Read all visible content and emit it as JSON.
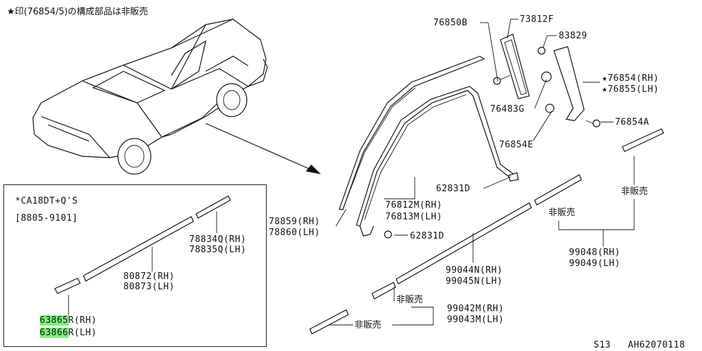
{
  "header": {
    "note": "★印(76854/5)の構成部品は非販売"
  },
  "inset": {
    "condition_line1": "*CA18DT+Q'S",
    "condition_line2": "[8805-9101]",
    "labels": [
      {
        "id": "78834q",
        "text": "78834Q(RH)"
      },
      {
        "id": "78835q",
        "text": "78835Q(LH)"
      },
      {
        "id": "80872",
        "text": "80872(RH)"
      },
      {
        "id": "80873",
        "text": "80873(LH)"
      },
      {
        "id": "63865r_code",
        "text": "63865"
      },
      {
        "id": "63865r_suffix",
        "text": "R(RH)"
      },
      {
        "id": "63866r_code",
        "text": "63866"
      },
      {
        "id": "63866r_suffix",
        "text": "R(LH)"
      }
    ]
  },
  "parts": {
    "p76850b": "76850B",
    "p73812f": "73812F",
    "p83829": "83829",
    "p76854rh": "★76854(RH)",
    "p76855lh": "★76855(LH)",
    "p76483g": "76483G",
    "p76854a": "76854A",
    "p76854e": "76854E",
    "p62831d_a": "62831D",
    "p62831d_b": "62831D",
    "p76812m": "76812M(RH)",
    "p76813m": "76813M(LH)",
    "p78859": "78859(RH)",
    "p78860": "78860(LH)",
    "p99044n": "99044N(RH)",
    "p99045n": "99045N(LH)",
    "p99042m": "99042M(RH)",
    "p99043m": "99043M(LH)",
    "p99048": "99048(RH)",
    "p99049": "99049(LH)",
    "not_sold_1": "非販売",
    "not_sold_2": "非販売",
    "not_sold_3": "非販売",
    "not_sold_4": "非販売"
  },
  "footer": {
    "page": "S13",
    "code": "AH62070118"
  },
  "colors": {
    "highlight": "#7df27d",
    "line": "#111111"
  }
}
